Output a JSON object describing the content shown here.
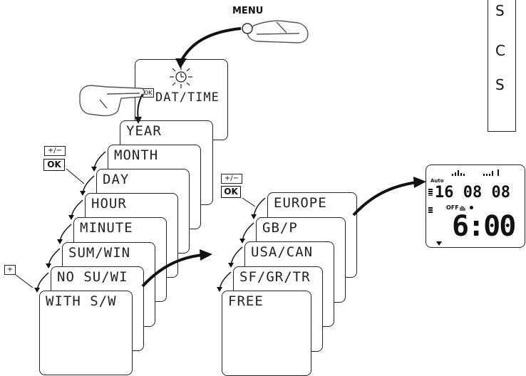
{
  "menu_label": "MENU",
  "menu_card": {
    "ok_tag": "OK",
    "label": "DAT/TIME"
  },
  "date_stack": [
    "YEAR",
    "MONTH",
    "DAY",
    "HOUR",
    "MINUTE",
    "SUM/WIN",
    "NO SU/WI",
    "WITH S/W"
  ],
  "region_stack": [
    "EUROPE",
    "GB/P",
    "USA/CAN",
    "SF/GR/TR",
    "FREE"
  ],
  "keys": {
    "plus_minus": "+/−",
    "ok": "OK",
    "plus": "+"
  },
  "note_box": {
    "lines": [
      "S",
      "C",
      "S"
    ]
  },
  "display": {
    "mode": "Auto",
    "date": "16 08 08",
    "status": "OFF",
    "time": "6:00"
  }
}
